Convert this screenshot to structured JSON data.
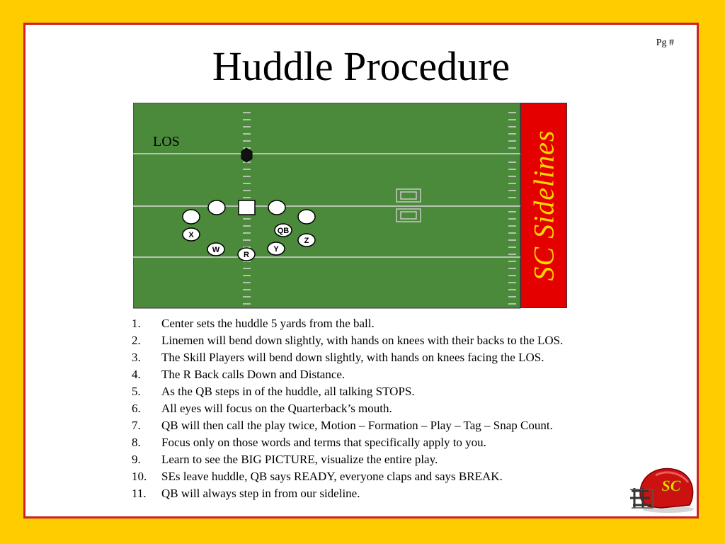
{
  "page_number": "Pg #",
  "title": "Huddle Procedure",
  "diagram": {
    "los_label": "LOS",
    "sideline_label": "SC Sidelines",
    "players": {
      "x": "X",
      "qb": "QB",
      "z": "Z",
      "w": "W",
      "r": "R",
      "y": "Y"
    }
  },
  "steps": [
    {
      "num": "1.",
      "text": "Center sets the huddle 5 yards from the ball."
    },
    {
      "num": "2.",
      "text": "Linemen will bend down slightly, with hands on knees with their backs to the LOS."
    },
    {
      "num": "3.",
      "text": "The Skill Players will bend down slightly, with hands on knees facing the LOS."
    },
    {
      "num": "4.",
      "text": "The R Back calls Down and Distance."
    },
    {
      "num": "5.",
      "text": "As the QB steps in of the huddle, all talking STOPS."
    },
    {
      "num": "6.",
      "text": "All eyes will focus on the Quarterback’s mouth."
    },
    {
      "num": "7.",
      "text": "QB will then call the play twice, Motion – Formation – Play – Tag – Snap Count."
    },
    {
      "num": "8.",
      "text": "Focus only on those words and terms that specifically apply to you."
    },
    {
      "num": "9.",
      "text": "Learn to see the BIG PICTURE, visualize the entire play."
    },
    {
      "num": "10.",
      "text": "SEs leave huddle, QB says READY, everyone claps and says BREAK."
    },
    {
      "num": "11.",
      "text": "QB will always step in from our sideline."
    }
  ],
  "logo": {
    "text": "SC",
    "name": "sc-helmet-logo"
  },
  "colors": {
    "background": "#FFCC00",
    "border": "#CC2222",
    "field": "#4A8A3A",
    "sideline": "#E50000",
    "sideline_text": "#FFD700",
    "helmet": "#CC1111"
  }
}
